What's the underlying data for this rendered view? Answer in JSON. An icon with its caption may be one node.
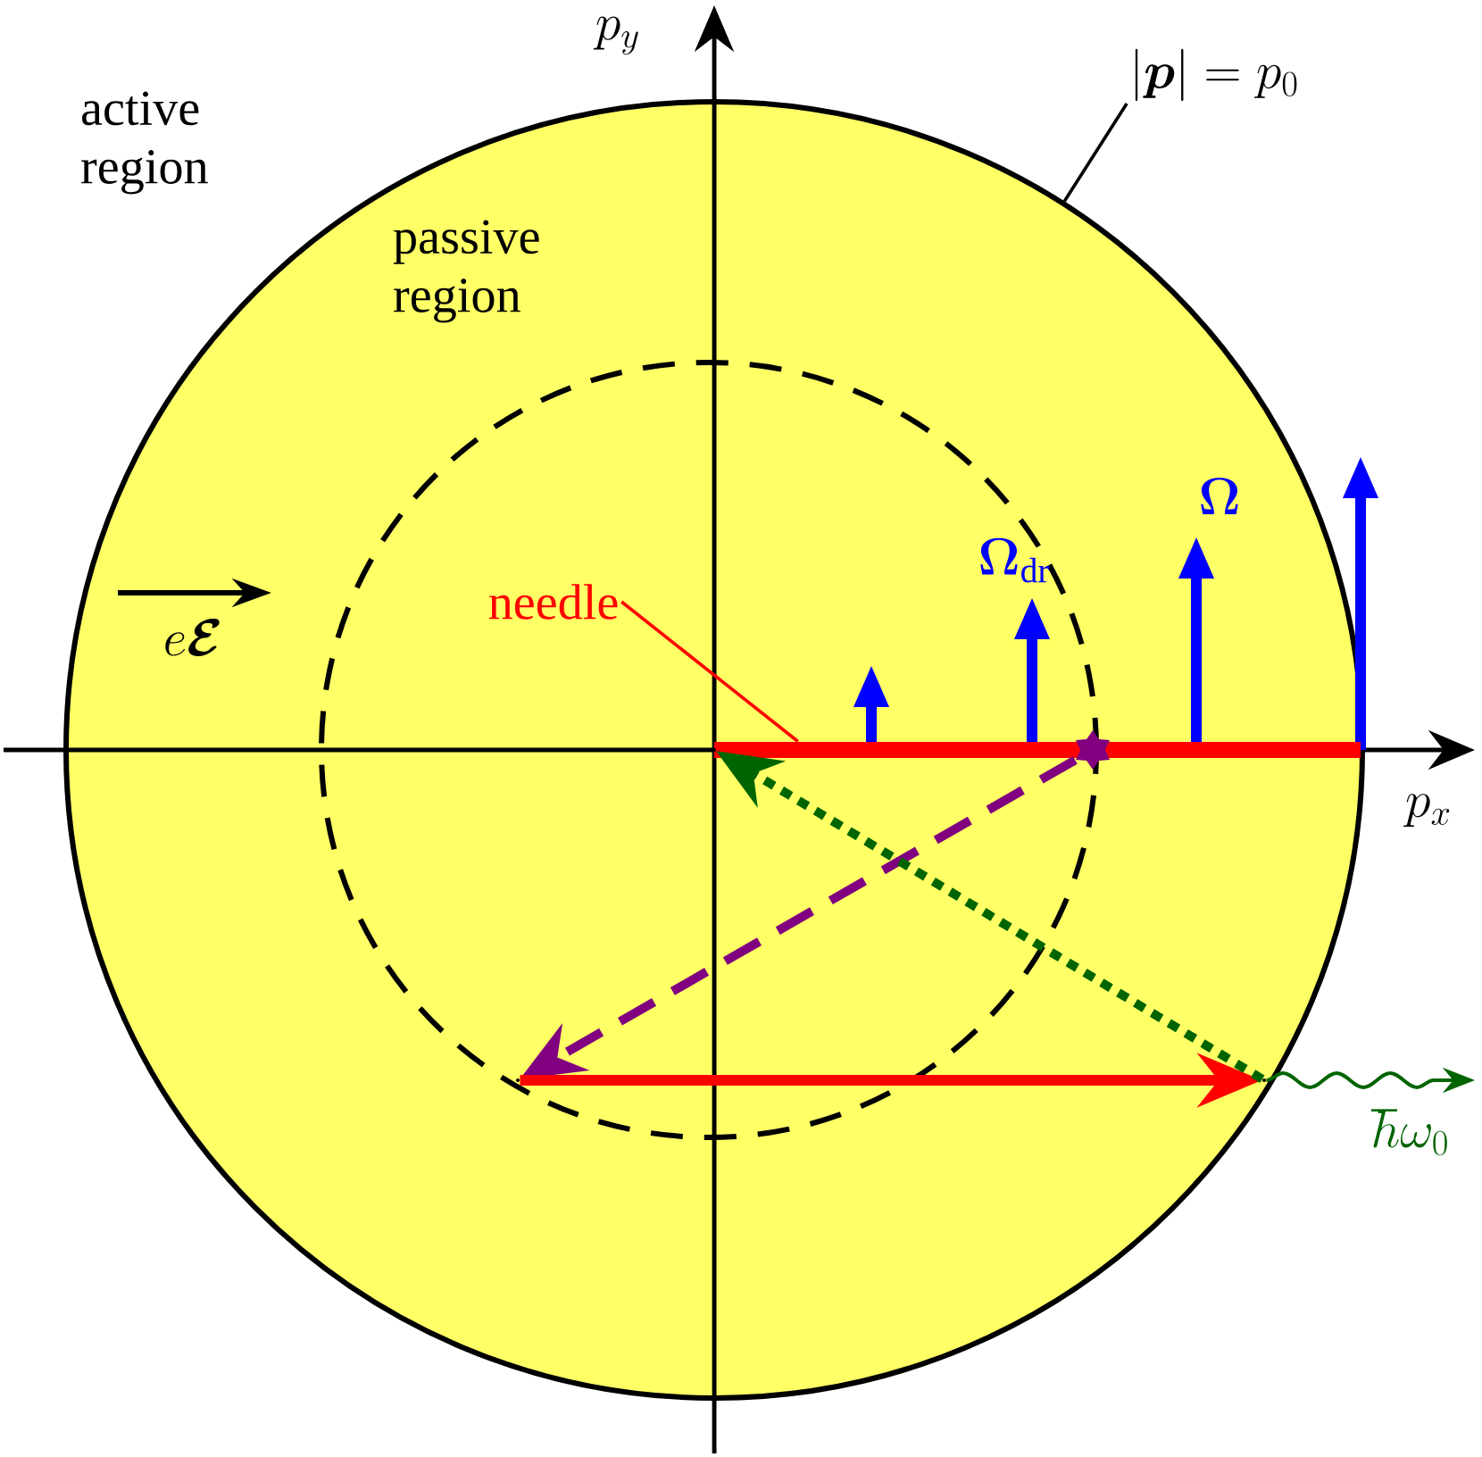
{
  "diagram": {
    "nodes": [
      {
        "text": [],
        "shape": "circle"
      },
      {
        "text": [],
        "shape": "bar",
        "in": 0
      },
      {
        "text": [
          "needle"
        ],
        "in": 0
      },
      {
        "text": [
          "|\\boldsymbol{p}| = p_0"
        ]
      },
      {
        "text": [],
        "shape": "star",
        "in": 0
      },
      {
        "text": [],
        "shape": "point",
        "in": 0
      },
      {
        "text": [],
        "shape": "point",
        "in": 0
      },
      {
        "text": [],
        "shape": "point",
        "in": 1
      }
    ],
    "edges": [
      {
        "from": 4,
        "to": 5,
        "arrow": "to",
        "style": "dashed",
        "color": "#800080"
      },
      {
        "from": 5,
        "to": 6,
        "arrow": "to",
        "style": "thick",
        "color": "#ff0000"
      },
      {
        "from": 6,
        "to": 7,
        "arrow": "to",
        "style": "dashed",
        "color": "#006400"
      },
      {
        "from": 6,
        "to": null,
        "arrow": "to",
        "label": "\\hbar\\omega_0",
        "color": "#006400"
      },
      {
        "from": 2,
        "to": 1,
        "arrow": "none",
        "color": "#ff0000"
      },
      {
        "from": 3,
        "to": 0,
        "arrow": "none",
        "color": "#000000"
      }
    ],
    "labels": [
      "active region",
      "passive region",
      "p_y",
      "p_x",
      "e\\boldsymbol{\\mathcal{E}}",
      "\\boldsymbol{\\Omega}_{\\mathrm{dr}}",
      "\\boldsymbol{\\Omega}"
    ]
  }
}
